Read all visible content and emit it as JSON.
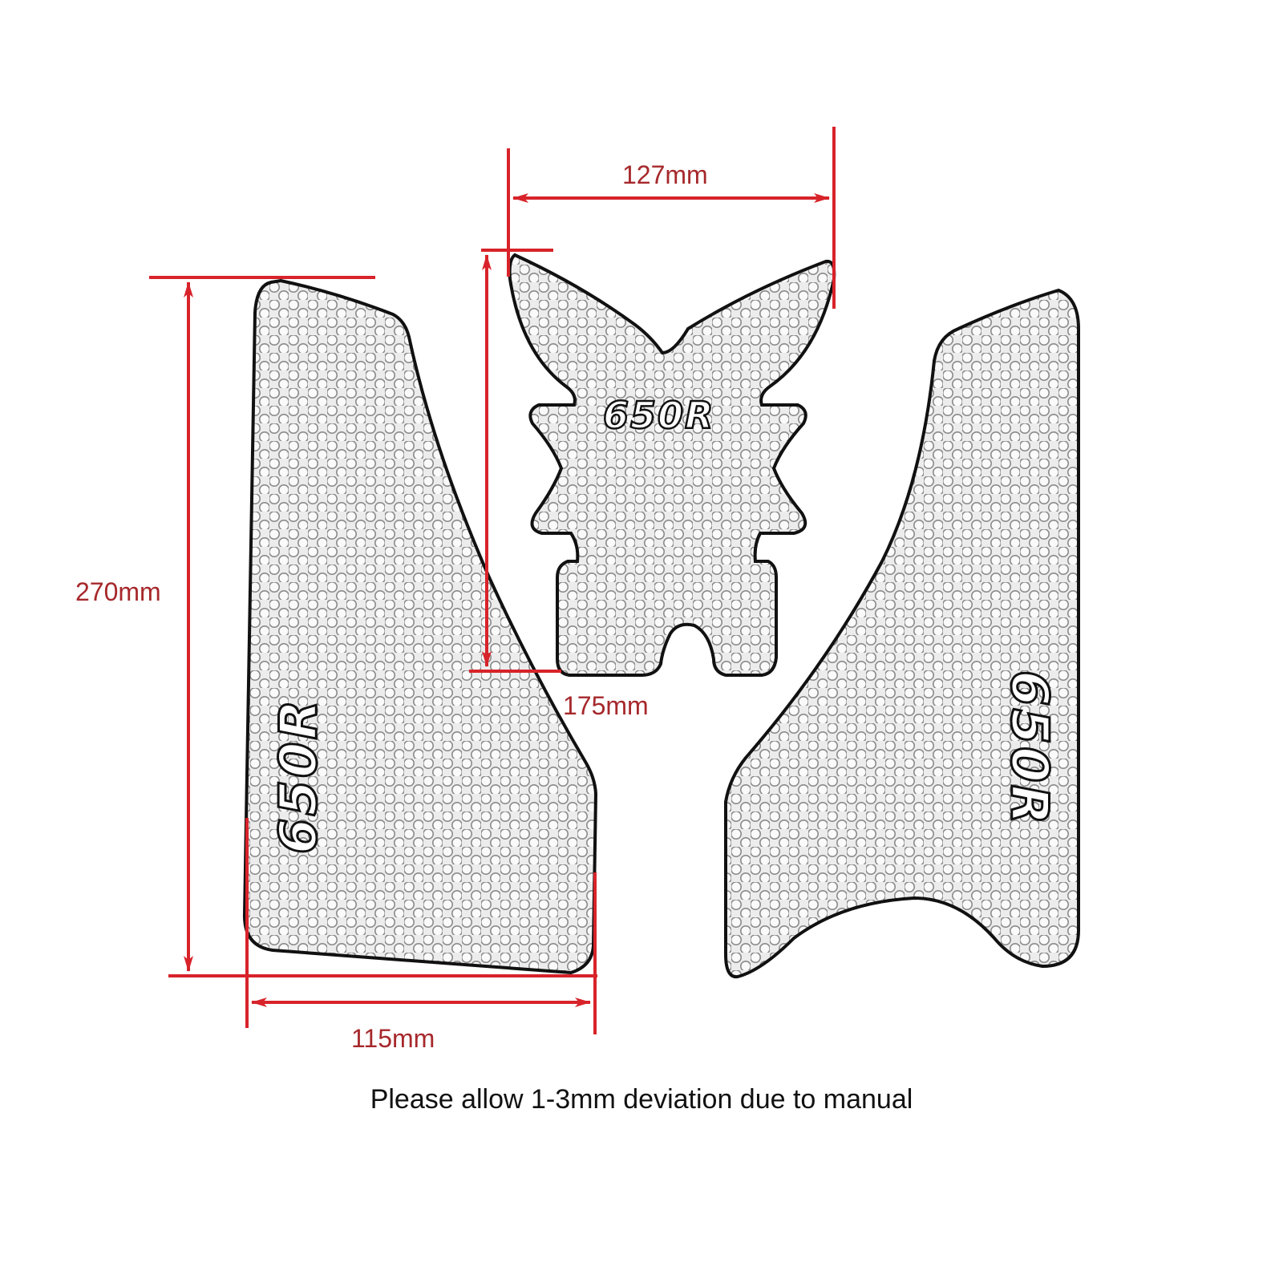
{
  "dimensions": {
    "top_width": "127mm",
    "center_height": "175mm",
    "left_height": "270mm",
    "bottom_width": "115mm"
  },
  "note": "Please allow 1-3mm deviation due to manual",
  "logos": {
    "center": "650R",
    "left": "650R",
    "right": "650R"
  },
  "colors": {
    "dimension_line": "#d8232a",
    "dimension_text": "#a6282b",
    "pad_fill": "#d9d9d9",
    "pad_outline": "#111111",
    "logo_accent": "#2aa9b5"
  }
}
